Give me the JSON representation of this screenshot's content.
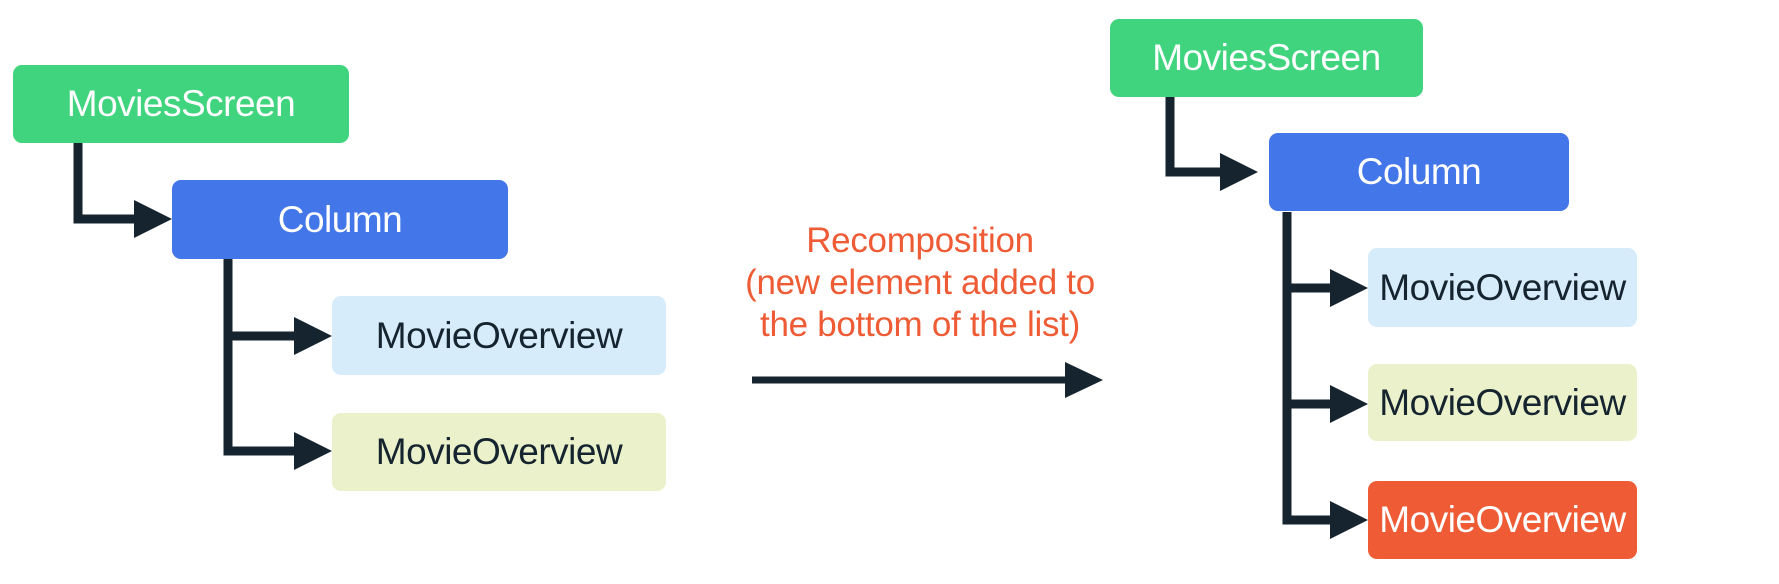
{
  "colors": {
    "green": "#40d47e",
    "blue": "#4377e9",
    "light-blue": "#d7ecfb",
    "light-yellow": "#ebf2cb",
    "orange": "#ee5b35",
    "ink": "#16242f",
    "label-light": "#ffffff"
  },
  "annotation": {
    "lines": [
      "Recomposition",
      "(new element added to",
      "the bottom of the list)"
    ]
  },
  "trees": {
    "before": {
      "nodes": [
        {
          "label": "MoviesScreen",
          "color": "green"
        },
        {
          "label": "Column",
          "color": "blue"
        },
        {
          "label": "MovieOverview",
          "color": "light-blue"
        },
        {
          "label": "MovieOverview",
          "color": "light-yellow"
        }
      ]
    },
    "after": {
      "nodes": [
        {
          "label": "MoviesScreen",
          "color": "green"
        },
        {
          "label": "Column",
          "color": "blue"
        },
        {
          "label": "MovieOverview",
          "color": "light-blue"
        },
        {
          "label": "MovieOverview",
          "color": "light-yellow"
        },
        {
          "label": "MovieOverview",
          "color": "orange",
          "highlighted": true
        }
      ]
    }
  }
}
